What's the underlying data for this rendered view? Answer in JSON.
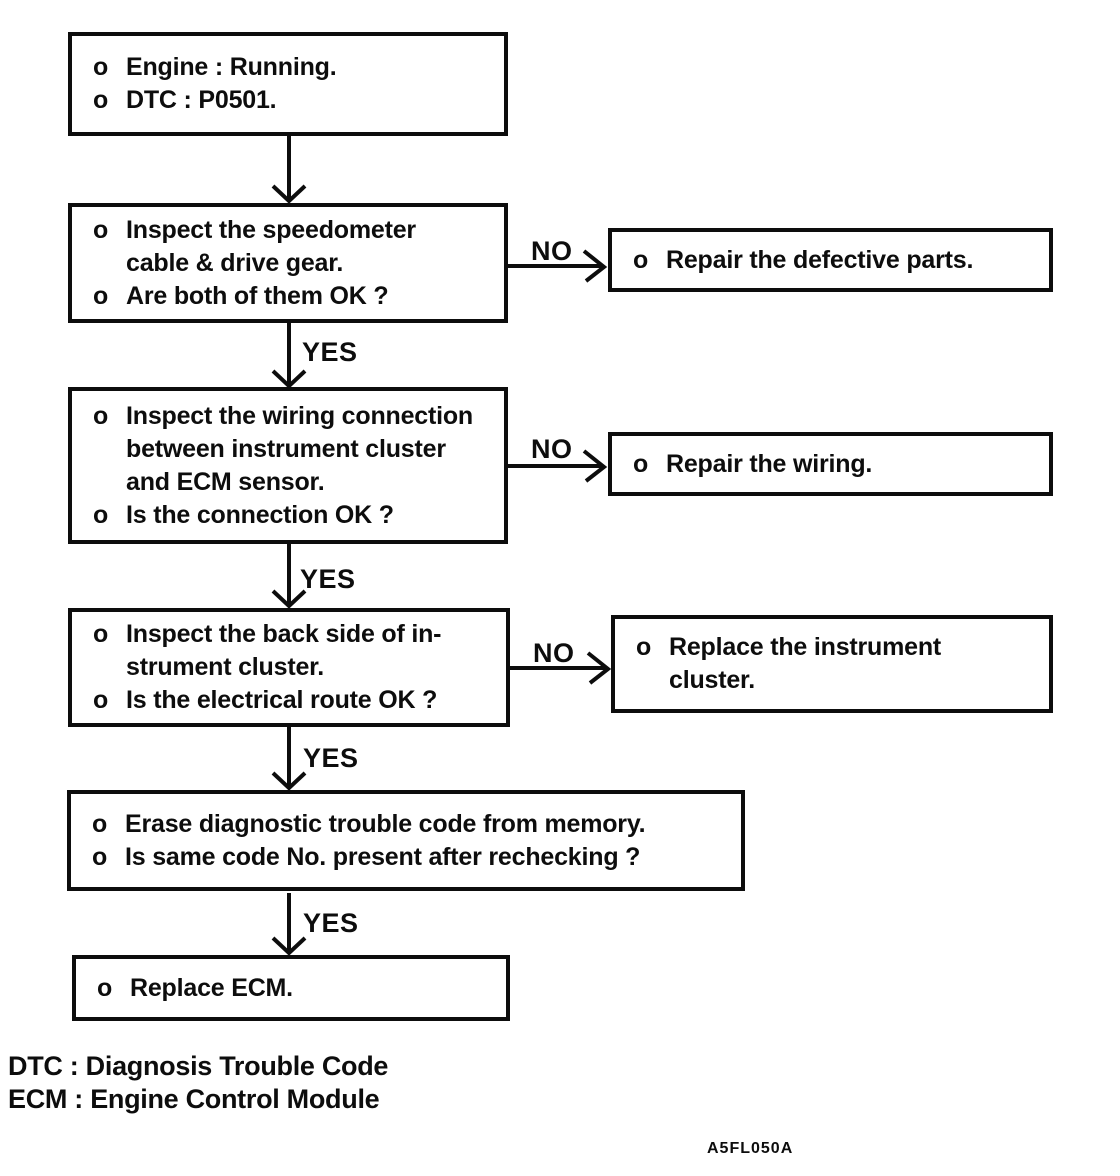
{
  "figure": {
    "code": "A5FL050A"
  },
  "colors": {
    "ink": "#0d0d0d",
    "paper": "#ffffff"
  },
  "flow": {
    "bullet": "o",
    "labels": {
      "yes": "YES",
      "no": "NO"
    },
    "nodes": {
      "start": {
        "items": [
          {
            "lines": [
              "Engine : Running."
            ]
          },
          {
            "lines": [
              "DTC : P0501."
            ]
          }
        ]
      },
      "check_speedometer": {
        "items": [
          {
            "lines": [
              "Inspect the speedometer",
              "cable & drive gear."
            ]
          },
          {
            "lines": [
              "Are both of them OK ?"
            ]
          }
        ]
      },
      "repair_parts": {
        "items": [
          {
            "lines": [
              "Repair the defective parts."
            ]
          }
        ]
      },
      "check_wiring": {
        "items": [
          {
            "lines": [
              "Inspect the wiring connection",
              "between instrument cluster",
              "and ECM sensor."
            ]
          },
          {
            "lines": [
              "Is the connection OK ?"
            ]
          }
        ]
      },
      "repair_wiring": {
        "items": [
          {
            "lines": [
              "Repair the wiring."
            ]
          }
        ]
      },
      "check_cluster": {
        "items": [
          {
            "lines": [
              "Inspect the back side of in-",
              "strument cluster."
            ]
          },
          {
            "lines": [
              "Is the electrical route OK ?"
            ]
          }
        ]
      },
      "replace_cluster": {
        "items": [
          {
            "lines": [
              "Replace the instrument",
              "cluster."
            ]
          }
        ]
      },
      "erase_code": {
        "items": [
          {
            "lines": [
              "Erase diagnostic trouble code from memory."
            ]
          },
          {
            "lines": [
              "Is same code No. present after rechecking ?"
            ]
          }
        ]
      },
      "replace_ecm": {
        "items": [
          {
            "lines": [
              "Replace ECM."
            ]
          }
        ]
      }
    }
  },
  "legend": {
    "lines": [
      "DTC : Diagnosis Trouble Code",
      "ECM : Engine Control Module"
    ]
  }
}
